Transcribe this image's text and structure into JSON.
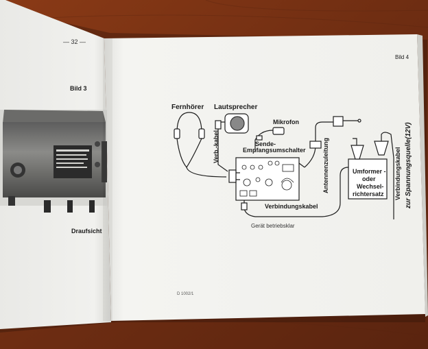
{
  "left_page": {
    "page_number": "— 32 —",
    "figure_label": "Bild 3",
    "caption": "Draufsicht"
  },
  "right_page": {
    "figure_label": "Bild 4",
    "caption": "Gerät betriebsklar",
    "footer_code": "D 1002/1",
    "diagram": {
      "fernhoerer": "Fernhörer",
      "lautsprecher": "Lautsprecher",
      "mikrofon": "Mikrofon",
      "verb_kabel": "Verb.-kabel",
      "sende_1": "Sende-",
      "sende_2": "Empfangsumschalter",
      "antennenzuleitung": "Antennenzuleitung",
      "umformer_1": "Umformer -",
      "umformer_2": "oder",
      "umformer_3": "Wechsel-",
      "umformer_4": "richtersatz",
      "verbindungskabel": "Verbindungskabel",
      "verbindungskabel_v": "Verbindungskabel",
      "spannungsquelle": "zur Spannungsquelle(12V)"
    }
  },
  "colors": {
    "table_wood": "#7a3517",
    "paper": "#f3f2ee",
    "ink": "#1b1b1b"
  }
}
